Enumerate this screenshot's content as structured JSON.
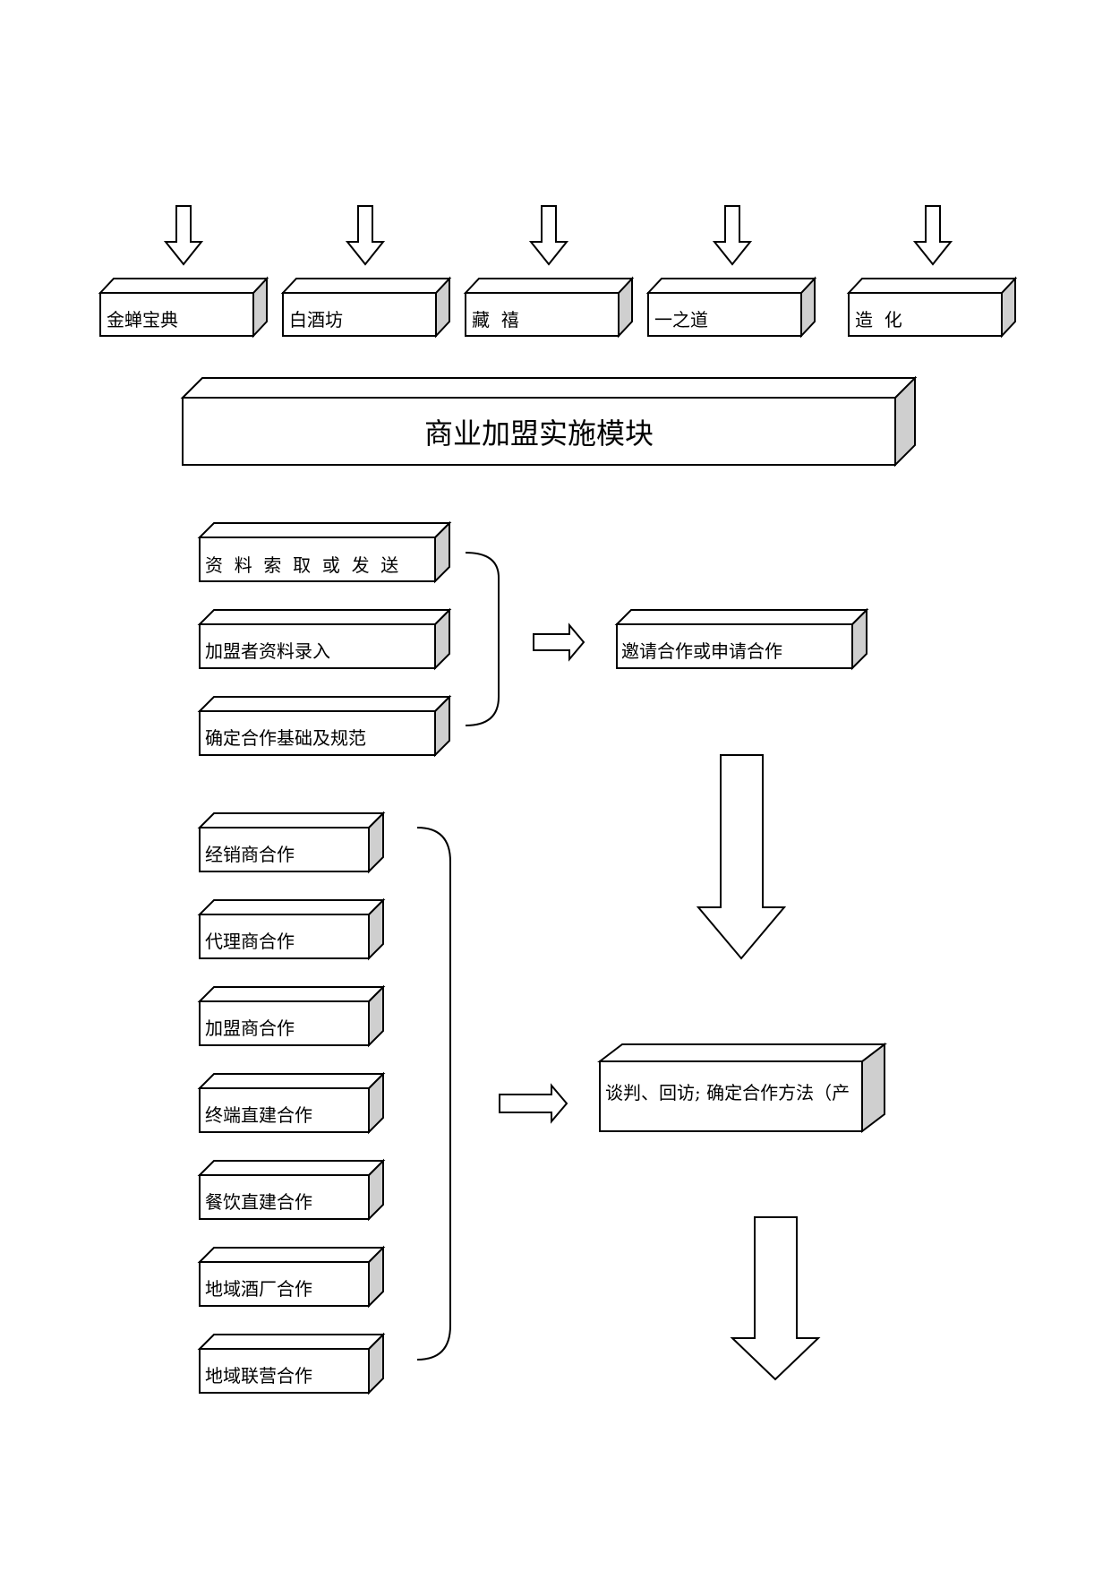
{
  "top_boxes": [
    "金蝉宝典",
    "白酒坊",
    "藏  禧",
    "一之道",
    "造  化"
  ],
  "main_title": "商业加盟实施模块",
  "step1": {
    "items": [
      "资  料  索  取  或  发  送",
      "加盟者资料录入",
      "确定合作基础及规范"
    ],
    "result": "邀请合作或申请合作"
  },
  "step2": {
    "items": [
      "经销商合作",
      "代理商合作",
      "加盟商合作",
      "终端直建合作",
      "餐饮直建合作",
      "地域酒厂合作",
      "地域联营合作"
    ],
    "result": "谈判、回访; 确定合作方法（产"
  },
  "colors": {
    "box_side": "#cfcfcf",
    "line": "#000000",
    "fill": "#ffffff"
  }
}
